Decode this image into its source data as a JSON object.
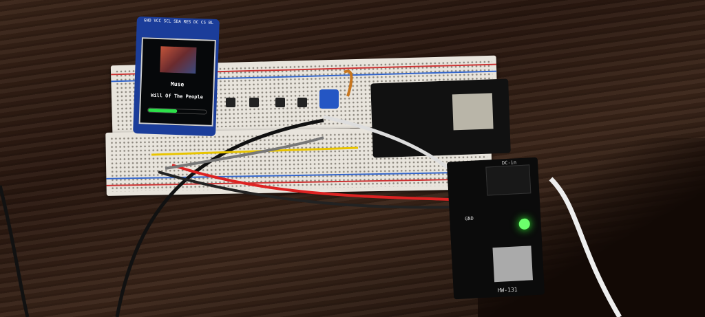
{
  "display": {
    "artist": "Muse",
    "song": "Will Of The People",
    "progress_percent": 50,
    "header_pins": "GND VCC SCL SDA RES DC CS BL"
  },
  "power_module": {
    "label": "HW-131",
    "dc_label": "DC-in",
    "gnd_label": "GND",
    "led_color": "#3fff3f"
  },
  "colors": {
    "progress": "#2de04a",
    "pcb_blue": "#1b3d9a"
  }
}
